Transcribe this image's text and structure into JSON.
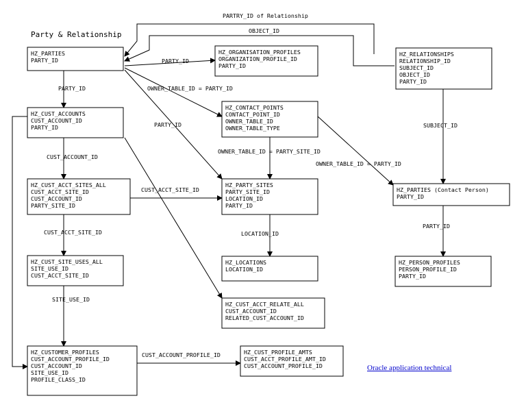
{
  "title": "Party & Relationship",
  "link_text": "Oracle application technical",
  "entities": [
    {
      "id": "hz_parties",
      "lines": [
        "HZ_PARTIES",
        "PARTY_ID"
      ]
    },
    {
      "id": "hz_org_profiles",
      "lines": [
        "HZ_ORGANISATION_PROFILES",
        "ORGANIZATION_PROFILE_ID",
        "PARTY_ID"
      ]
    },
    {
      "id": "hz_relationships",
      "lines": [
        "HZ_RELATIONSHIPS",
        "RELATIONSHIP_ID",
        "SUBJECT_ID",
        "OBJECT_ID",
        "PARTY_ID"
      ]
    },
    {
      "id": "hz_cust_accounts",
      "lines": [
        "HZ_CUST_ACCOUNTS",
        "CUST_ACCOUNT_ID",
        "PARTY_ID"
      ]
    },
    {
      "id": "hz_contact_points",
      "lines": [
        "HZ_CONTACT_POINTS",
        "CONTACT_POINT_ID",
        "OWNER_TABLE_ID",
        "OWNER_TABLE_TYPE"
      ]
    },
    {
      "id": "hz_cust_acct_sites_all",
      "lines": [
        "HZ_CUST_ACCT_SITES_ALL",
        "CUST_ACCT_SITE_ID",
        "CUST_ACCOUNT_ID",
        "PARTY_SITE_ID"
      ]
    },
    {
      "id": "hz_party_sites",
      "lines": [
        "HZ_PARTY_SITES",
        "PARTY_SITE_ID",
        "LOCATION_ID",
        "PARTY_ID"
      ]
    },
    {
      "id": "hz_parties_contact",
      "lines": [
        "HZ_PARTIES (Contact Person)",
        "PARTY_ID"
      ]
    },
    {
      "id": "hz_cust_site_uses_all",
      "lines": [
        "HZ_CUST_SITE_USES_ALL",
        "SITE_USE_ID",
        "CUST_ACCT_SITE_ID"
      ]
    },
    {
      "id": "hz_locations",
      "lines": [
        "HZ_LOCATIONS",
        "LOCATION_ID"
      ]
    },
    {
      "id": "hz_person_profiles",
      "lines": [
        "HZ_PERSON_PROFILES",
        "PERSON_PROFILE_ID",
        "PARTY_ID"
      ]
    },
    {
      "id": "hz_cust_acct_relate_all",
      "lines": [
        "HZ_CUST_ACCT_RELATE_ALL",
        "CUST_ACCOUNT_ID",
        "RELATED_CUST_ACCOUNT_ID"
      ]
    },
    {
      "id": "hz_customer_profiles",
      "lines": [
        "HZ_CUSTOMER_PROFILES",
        "CUST_ACCOUNT_PROFILE_ID",
        "CUST_ACCOUNT_ID",
        "SITE_USE_ID",
        "PROFILE_CLASS_ID"
      ]
    },
    {
      "id": "hz_cust_profile_amts",
      "lines": [
        "HZ_CUST_PROFILE_AMTS",
        "CUST_ACCT_PROFILE_AMT_ID",
        "CUST_ACCOUNT_PROFILE_ID"
      ]
    }
  ],
  "edges": [
    {
      "id": "e1",
      "label": "PARTRY_ID of Relationship"
    },
    {
      "id": "e2",
      "label": "OBJECT_ID"
    },
    {
      "id": "e3",
      "label": "PARTY_ID"
    },
    {
      "id": "e4",
      "label": "PARTY_ID"
    },
    {
      "id": "e5",
      "label": "OWNER_TABLE_ID = PARTY_ID"
    },
    {
      "id": "e6",
      "label": "PARTY_ID"
    },
    {
      "id": "e7",
      "label": "SUBJECT_ID"
    },
    {
      "id": "e8",
      "label": "CUST_ACCOUNT_ID"
    },
    {
      "id": "e9",
      "label": "OWNER_TABLE_ID = PARTY_SITE_ID"
    },
    {
      "id": "e10",
      "label": "OWNER_TABLE_ID = PARTY_ID"
    },
    {
      "id": "e11",
      "label": "CUST_ACCT_SITE_ID"
    },
    {
      "id": "e12",
      "label": "CUST_ACCT_SITE_ID"
    },
    {
      "id": "e13",
      "label": "LOCATION_ID"
    },
    {
      "id": "e14",
      "label": "PARTY_ID"
    },
    {
      "id": "e15",
      "label": "SITE_USE_ID"
    },
    {
      "id": "e16",
      "label": "CUST_ACCOUNT_PROFILE_ID"
    },
    {
      "id": "e17",
      "label": ""
    },
    {
      "id": "e18",
      "label": ""
    }
  ]
}
